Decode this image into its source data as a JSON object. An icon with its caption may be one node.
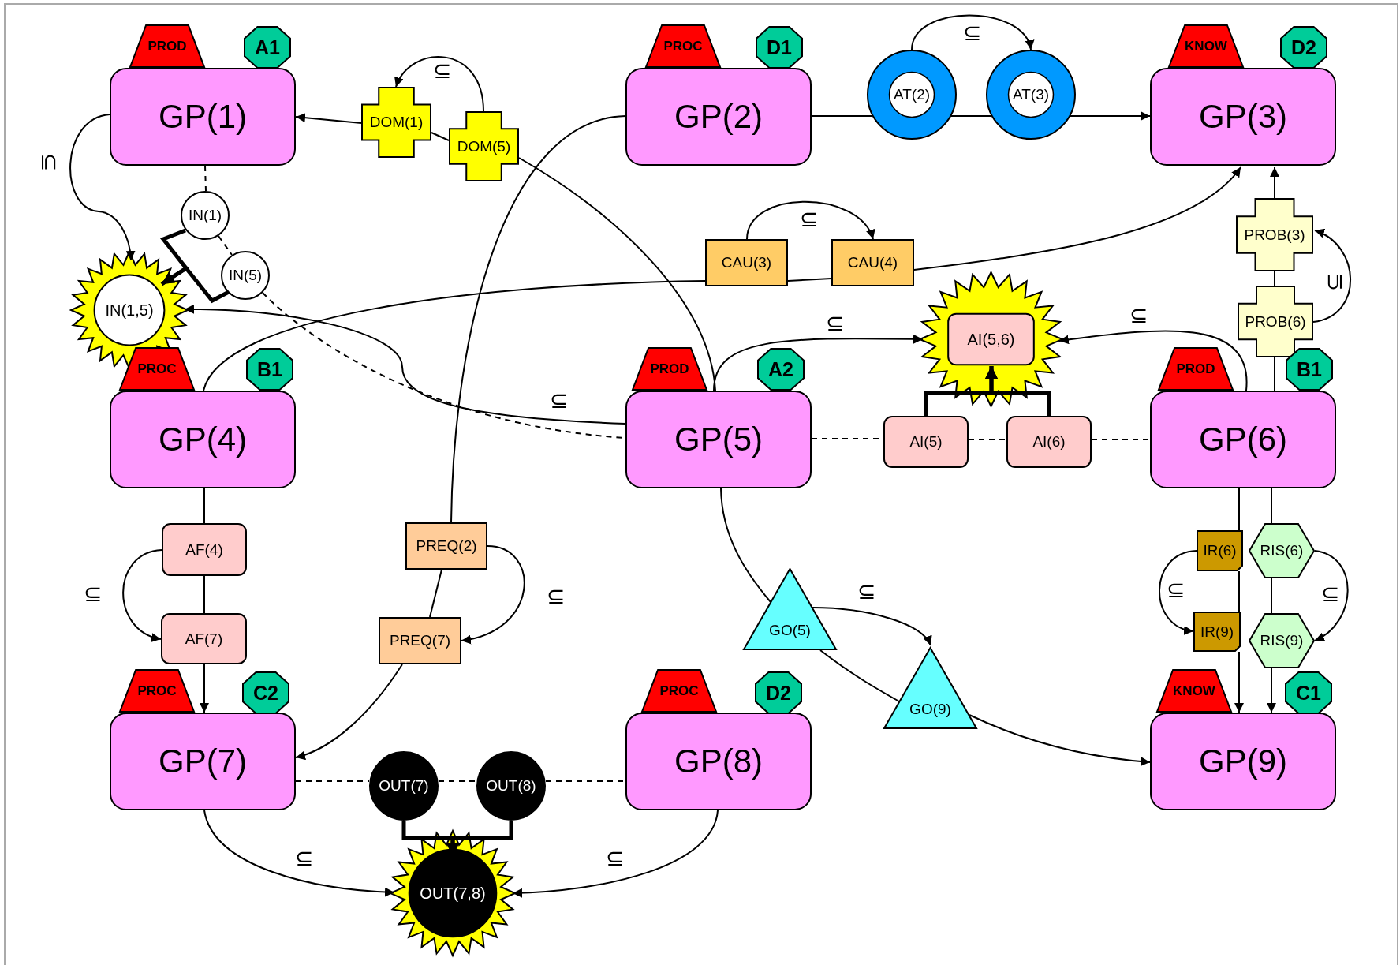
{
  "diagram": {
    "nodes": [
      {
        "text": [
          "GP(1)"
        ]
      },
      {
        "text": [
          "PROD"
        ]
      },
      {
        "text": [
          "A1"
        ]
      },
      {
        "text": [
          "DOM(1)"
        ]
      },
      {
        "text": [
          "DOM(5)"
        ]
      },
      {
        "text": [
          "GP(2)"
        ]
      },
      {
        "text": [
          "PROC"
        ]
      },
      {
        "text": [
          "D1"
        ]
      },
      {
        "text": [
          "AT(2)"
        ]
      },
      {
        "text": [
          "AT(3)"
        ]
      },
      {
        "text": [
          "GP(3)"
        ]
      },
      {
        "text": [
          "KNOW"
        ]
      },
      {
        "text": [
          "D2"
        ]
      },
      {
        "text": [
          "IN(1)"
        ]
      },
      {
        "text": [
          "IN(5)"
        ]
      },
      {
        "text": [
          "IN(1,5)"
        ]
      },
      {
        "text": [
          "CAU(3)"
        ]
      },
      {
        "text": [
          "CAU(4)"
        ]
      },
      {
        "text": [
          "PROB(3)"
        ]
      },
      {
        "text": [
          "PROB(6)"
        ]
      },
      {
        "text": [
          "AI(5,6)"
        ]
      },
      {
        "text": [
          "GP(4)"
        ]
      },
      {
        "text": [
          "PROC"
        ]
      },
      {
        "text": [
          "B1"
        ]
      },
      {
        "text": [
          "GP(5)"
        ]
      },
      {
        "text": [
          "PROD"
        ]
      },
      {
        "text": [
          "A2"
        ]
      },
      {
        "text": [
          "AI(5)"
        ]
      },
      {
        "text": [
          "AI(6)"
        ]
      },
      {
        "text": [
          "GP(6)"
        ]
      },
      {
        "text": [
          "PROD"
        ]
      },
      {
        "text": [
          "B1"
        ]
      },
      {
        "text": [
          "AF(4)"
        ]
      },
      {
        "text": [
          "PREQ(2)"
        ]
      },
      {
        "text": [
          "AF(7)"
        ]
      },
      {
        "text": [
          "PREQ(7)"
        ]
      },
      {
        "text": [
          "GO(5)"
        ]
      },
      {
        "text": [
          "GO(9)"
        ]
      },
      {
        "text": [
          "IR(6)"
        ]
      },
      {
        "text": [
          "RIS(6)"
        ]
      },
      {
        "text": [
          "IR(9)"
        ]
      },
      {
        "text": [
          "RIS(9)"
        ]
      },
      {
        "text": [
          "GP(7)"
        ]
      },
      {
        "text": [
          "PROC"
        ]
      },
      {
        "text": [
          "C2"
        ]
      },
      {
        "text": [
          "GP(8)"
        ]
      },
      {
        "text": [
          "PROC"
        ]
      },
      {
        "text": [
          "D2"
        ]
      },
      {
        "text": [
          "GP(9)"
        ]
      },
      {
        "text": [
          "KNOW"
        ]
      },
      {
        "text": [
          "C1"
        ]
      },
      {
        "text": [
          "OUT(7)"
        ]
      },
      {
        "text": [
          "OUT(8)"
        ]
      },
      {
        "text": [
          "OUT(7,8)"
        ]
      }
    ],
    "edges": [
      {
        "from": 4,
        "to": 3,
        "arrow": "to",
        "label": "⊆"
      },
      {
        "from": 3,
        "to": 0,
        "arrow": "to"
      },
      {
        "from": 3,
        "to": 4,
        "arrow": "none"
      },
      {
        "from": 4,
        "to": 24,
        "arrow": "none"
      },
      {
        "from": 5,
        "to": 8,
        "arrow": "none"
      },
      {
        "from": 8,
        "to": 9,
        "arrow": "none"
      },
      {
        "from": 9,
        "to": 10,
        "arrow": "to"
      },
      {
        "from": 8,
        "to": 9,
        "arrow": "to",
        "label": "⊆"
      },
      {
        "from": 5,
        "to": 33,
        "arrow": "none"
      },
      {
        "from": 33,
        "to": 35,
        "arrow": "none"
      },
      {
        "from": 35,
        "to": 42,
        "arrow": "to"
      },
      {
        "from": 33,
        "to": 35,
        "arrow": "to",
        "label": "⊆"
      },
      {
        "from": 0,
        "to": 15,
        "arrow": "to",
        "label": "⊆"
      },
      {
        "from": 0,
        "to": 13,
        "arrow": "none",
        "style": "dashed"
      },
      {
        "from": 13,
        "to": 14,
        "arrow": "none",
        "style": "dashed"
      },
      {
        "from": 14,
        "to": 24,
        "arrow": "none",
        "style": "dashed"
      },
      {
        "from": 13,
        "to": 15,
        "arrow": "to",
        "style": "thick"
      },
      {
        "from": 14,
        "to": 15,
        "arrow": "to",
        "style": "thick"
      },
      {
        "from": 24,
        "to": 15,
        "arrow": "to",
        "label": "⊆"
      },
      {
        "from": 21,
        "to": 16,
        "arrow": "none"
      },
      {
        "from": 16,
        "to": 17,
        "arrow": "none"
      },
      {
        "from": 17,
        "to": 10,
        "arrow": "to"
      },
      {
        "from": 16,
        "to": 17,
        "arrow": "to",
        "label": "⊆"
      },
      {
        "from": 19,
        "to": 18,
        "arrow": "to",
        "label": "⊆"
      },
      {
        "from": 29,
        "to": 19,
        "arrow": "none"
      },
      {
        "from": 19,
        "to": 18,
        "arrow": "none"
      },
      {
        "from": 18,
        "to": 10,
        "arrow": "to"
      },
      {
        "from": 24,
        "to": 20,
        "arrow": "to",
        "label": "⊆"
      },
      {
        "from": 29,
        "to": 20,
        "arrow": "to",
        "label": "⊆"
      },
      {
        "from": 24,
        "to": 27,
        "arrow": "none",
        "style": "dashed"
      },
      {
        "from": 27,
        "to": 28,
        "arrow": "none",
        "style": "dashed"
      },
      {
        "from": 28,
        "to": 29,
        "arrow": "none",
        "style": "dashed"
      },
      {
        "from": 27,
        "to": 20,
        "arrow": "to",
        "style": "thick"
      },
      {
        "from": 28,
        "to": 20,
        "arrow": "to",
        "style": "thick"
      },
      {
        "from": 21,
        "to": 32,
        "arrow": "none"
      },
      {
        "from": 32,
        "to": 34,
        "arrow": "none"
      },
      {
        "from": 34,
        "to": 42,
        "arrow": "to"
      },
      {
        "from": 32,
        "to": 34,
        "arrow": "to",
        "label": "⊆"
      },
      {
        "from": 24,
        "to": 36,
        "arrow": "none"
      },
      {
        "from": 36,
        "to": 37,
        "arrow": "none"
      },
      {
        "from": 37,
        "to": 48,
        "arrow": "to"
      },
      {
        "from": 36,
        "to": 37,
        "arrow": "to",
        "label": "⊆"
      },
      {
        "from": 29,
        "to": 38,
        "arrow": "none"
      },
      {
        "from": 38,
        "to": 40,
        "arrow": "none"
      },
      {
        "from": 40,
        "to": 48,
        "arrow": "to"
      },
      {
        "from": 29,
        "to": 39,
        "arrow": "none"
      },
      {
        "from": 39,
        "to": 41,
        "arrow": "none"
      },
      {
        "from": 41,
        "to": 48,
        "arrow": "to"
      },
      {
        "from": 38,
        "to": 40,
        "arrow": "to",
        "label": "⊆"
      },
      {
        "from": 39,
        "to": 41,
        "arrow": "to",
        "label": "⊆"
      },
      {
        "from": 42,
        "to": 51,
        "arrow": "none",
        "style": "dashed"
      },
      {
        "from": 51,
        "to": 52,
        "arrow": "none",
        "style": "dashed"
      },
      {
        "from": 52,
        "to": 45,
        "arrow": "none",
        "style": "dashed"
      },
      {
        "from": 51,
        "to": 53,
        "arrow": "to",
        "style": "thick"
      },
      {
        "from": 52,
        "to": 53,
        "arrow": "to",
        "style": "thick"
      },
      {
        "from": 42,
        "to": 53,
        "arrow": "to",
        "label": "⊆"
      },
      {
        "from": 45,
        "to": 53,
        "arrow": "to",
        "label": "⊆"
      }
    ]
  }
}
